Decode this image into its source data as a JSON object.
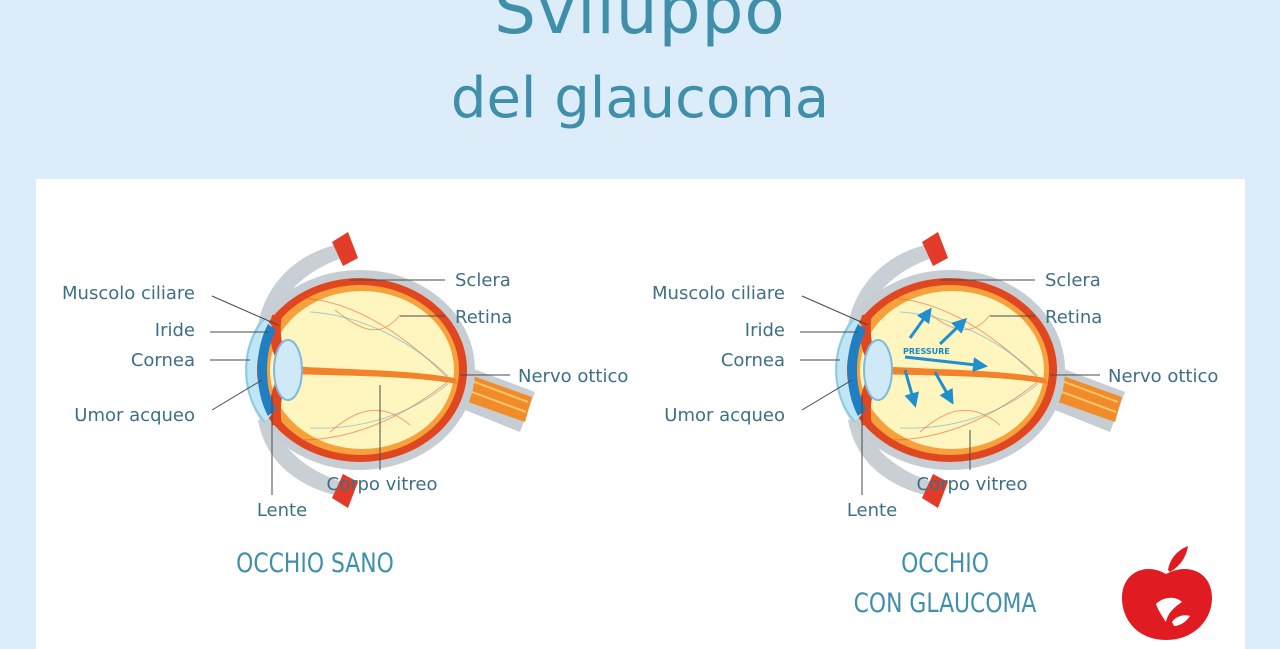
{
  "header": {
    "title_line1": "Sviluppo",
    "title_line2": "del glaucoma"
  },
  "healthy_eye": {
    "caption": "OCCHIO SANO",
    "labels": {
      "muscolo_ciliare": "Muscolo ciliare",
      "iride": "Iride",
      "cornea": "Cornea",
      "umor_acqueo": "Umor acqueo",
      "lente": "Lente",
      "sclera": "Sclera",
      "retina": "Retina",
      "nervo_ottico": "Nervo ottico",
      "corpo_vitreo": "Corpo vitreo"
    }
  },
  "glaucoma_eye": {
    "caption_line1": "OCCHIO",
    "caption_line2": "CON GLAUCOMA",
    "pressure_text": "PRESSURE",
    "labels": {
      "muscolo_ciliare": "Muscolo ciliare",
      "iride": "Iride",
      "cornea": "Cornea",
      "umor_acqueo": "Umor acqueo",
      "lente": "Lente",
      "sclera": "Sclera",
      "retina": "Retina",
      "nervo_ottico": "Nervo ottico",
      "corpo_vitreo": "Corpo vitreo"
    }
  },
  "colors": {
    "background": "#dcecf8",
    "title": "#3f8fab",
    "label_text": "#3d6f86",
    "sclera": "#c7ced3",
    "choroid": "#e0461f",
    "retina": "#f6a13c",
    "vitreous": "#fff5bf",
    "cornea": "#bfe6f7",
    "iris": "#1f7fc2",
    "arrow": "#1e90d0",
    "logo": "#e11b22"
  }
}
